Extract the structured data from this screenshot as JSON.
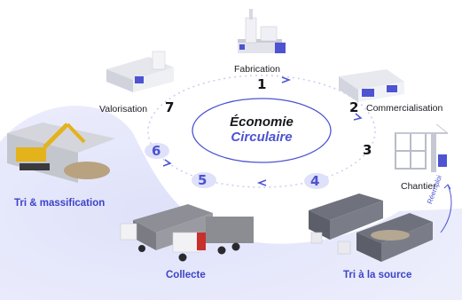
{
  "diagram": {
    "center": {
      "line1": "Économie",
      "line2": "Circulaire"
    },
    "steps": [
      {
        "num": "1",
        "label": "Fabrication"
      },
      {
        "num": "2",
        "label": "Commercialisation"
      },
      {
        "num": "3",
        "label": "Chantier"
      },
      {
        "num": "4",
        "label": "Tri à la source"
      },
      {
        "num": "5",
        "label": "Collecte"
      },
      {
        "num": "6",
        "label": "Tri & massification"
      },
      {
        "num": "7",
        "label": "Valorisation"
      }
    ],
    "side_label": "Réemploi",
    "colors": {
      "accent": "#4d53d1",
      "area": "#e6e7fb",
      "ring": "#c9cdf3"
    },
    "icons": [
      "factory-illustration",
      "store-illustration",
      "construction-site-illustration",
      "sorting-bins-illustration",
      "collection-trucks-illustration",
      "excavator-illustration",
      "recovery-plant-illustration"
    ]
  }
}
